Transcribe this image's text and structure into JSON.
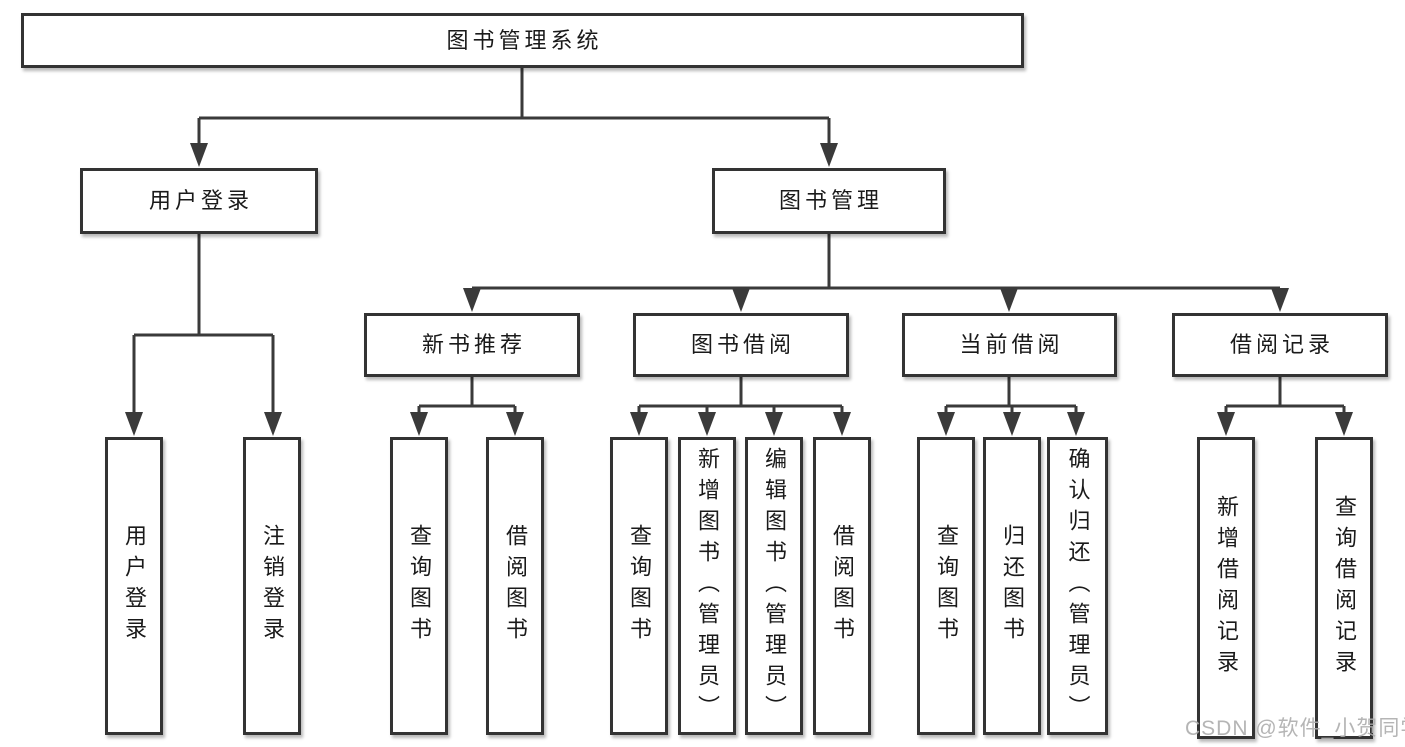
{
  "colors": {
    "line": "#3a3a3a",
    "border": "#333333",
    "text": "#1a1a1a",
    "background": "#ffffff",
    "watermark": "#adadad"
  },
  "watermark": {
    "text": "CSDN @软件_小贺同学"
  },
  "diagram": {
    "root": {
      "label": "图书管理系统",
      "children": [
        {
          "label": "用户登录",
          "children": [
            {
              "label": "用户登录"
            },
            {
              "label": "注销登录"
            }
          ]
        },
        {
          "label": "图书管理",
          "children": [
            {
              "label": "新书推荐",
              "children": [
                {
                  "label": "查询图书"
                },
                {
                  "label": "借阅图书"
                }
              ]
            },
            {
              "label": "图书借阅",
              "children": [
                {
                  "label": "查询图书"
                },
                {
                  "label": "新增图书（管理员）"
                },
                {
                  "label": "编辑图书（管理员）"
                },
                {
                  "label": "借阅图书"
                }
              ]
            },
            {
              "label": "当前借阅",
              "children": [
                {
                  "label": "查询图书"
                },
                {
                  "label": "归还图书"
                },
                {
                  "label": "确认归还（管理员）"
                }
              ]
            },
            {
              "label": "借阅记录",
              "children": [
                {
                  "label": "新增借阅记录"
                },
                {
                  "label": "查询借阅记录"
                }
              ]
            }
          ]
        }
      ]
    }
  }
}
